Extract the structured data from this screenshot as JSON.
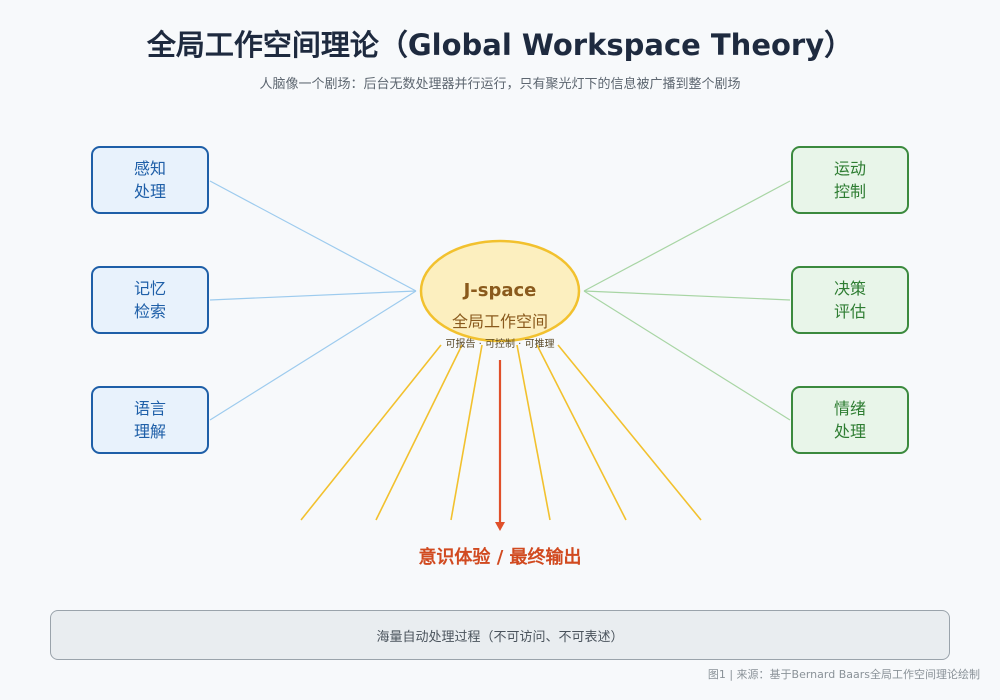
{
  "title": "全局工作空间理论（Global Workspace Theory）",
  "subtitle": "人脑像一个剧场：后台无数处理器并行运行，只有聚光灯下的信息被广播到整个剧场",
  "left_nodes": [
    {
      "line1": "感知",
      "line2": "处理"
    },
    {
      "line1": "记忆",
      "line2": "检索"
    },
    {
      "line1": "语言",
      "line2": "理解"
    }
  ],
  "right_nodes": [
    {
      "line1": "运动",
      "line2": "控制"
    },
    {
      "line1": "决策",
      "line2": "评估"
    },
    {
      "line1": "情绪",
      "line2": "处理"
    }
  ],
  "center": {
    "title": "J-space",
    "subtitle": "全局工作空间",
    "properties": "可报告 · 可控制 · 可推理"
  },
  "output_label": "意识体验 / 最终输出",
  "background_label": "海量自动处理过程（不可访问、不可表述）",
  "caption": "图1 | 来源：基于Bernard Baars全局工作空间理论绘制",
  "colors": {
    "left_accent": "#1e5fa8",
    "right_accent": "#3b8a3e",
    "center_fill": "#fcefbf",
    "center_stroke": "#f2c12e",
    "broadcast_rays": "#f2c12e",
    "output_arrow": "#e0502a"
  }
}
